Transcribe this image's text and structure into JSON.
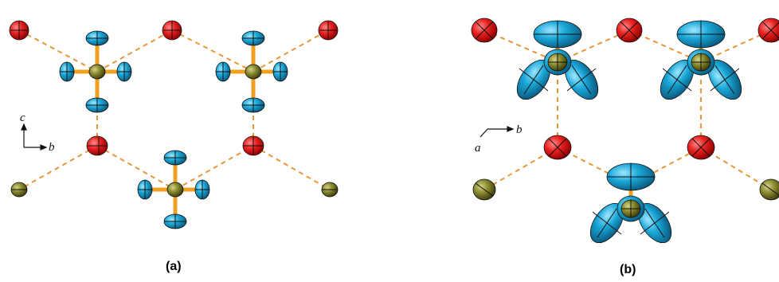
{
  "panels": [
    {
      "id": "a",
      "label": "(a)",
      "axes": {
        "vertical": "c",
        "horizontal": "b"
      }
    },
    {
      "id": "b",
      "label": "(b)",
      "axes": {
        "diagonal": "a",
        "horizontal": "b"
      }
    }
  ],
  "colors": {
    "oxygen_like_red": "#e01a1a",
    "cyan_ellipsoid": "#1aa3d1",
    "olive_center": "#7a7a2a",
    "bond_orange": "#f0a020",
    "hbond_dashed": "#e8963a"
  }
}
